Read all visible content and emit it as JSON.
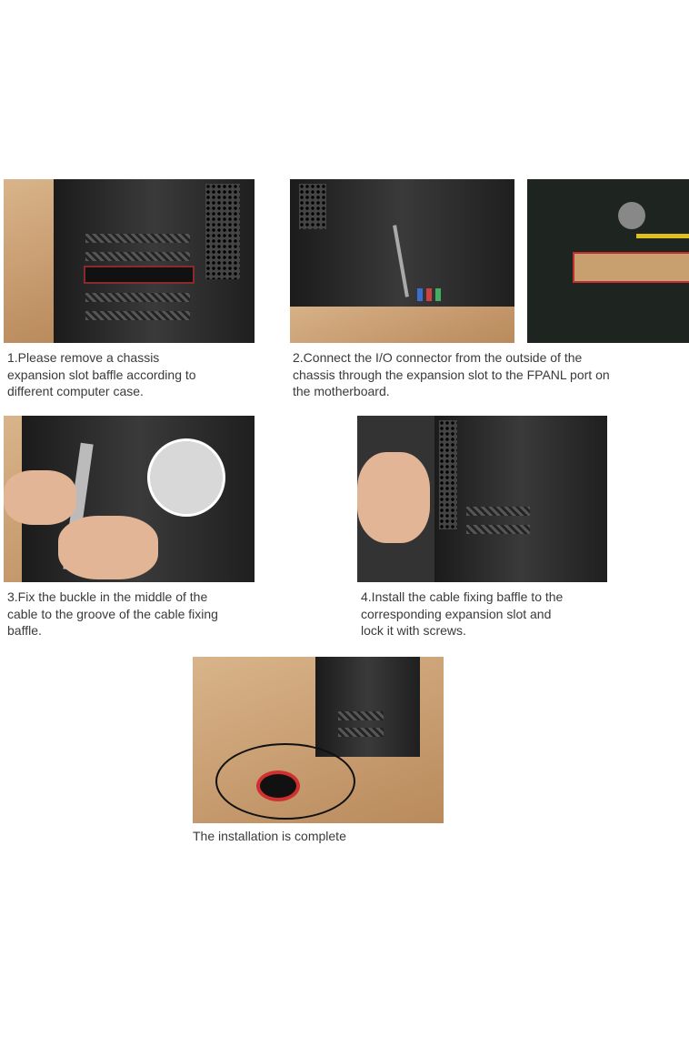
{
  "steps": [
    {
      "caption": "1.Please remove a chassis\nexpansion slot baffle according to\ndifferent computer case."
    },
    {
      "caption": "2.Connect the I/O connector from the outside of the\nchassis through the expansion slot to the FPANL port on\nthe motherboard."
    },
    {
      "caption": "3.Fix the buckle in the middle of the\ncable to the groove of the cable fixing\nbaffle."
    },
    {
      "caption": "4.Install the cable fixing baffle to the\ncorresponding expansion slot and\nlock it with screws."
    },
    {
      "caption": "The installation is complete"
    }
  ]
}
